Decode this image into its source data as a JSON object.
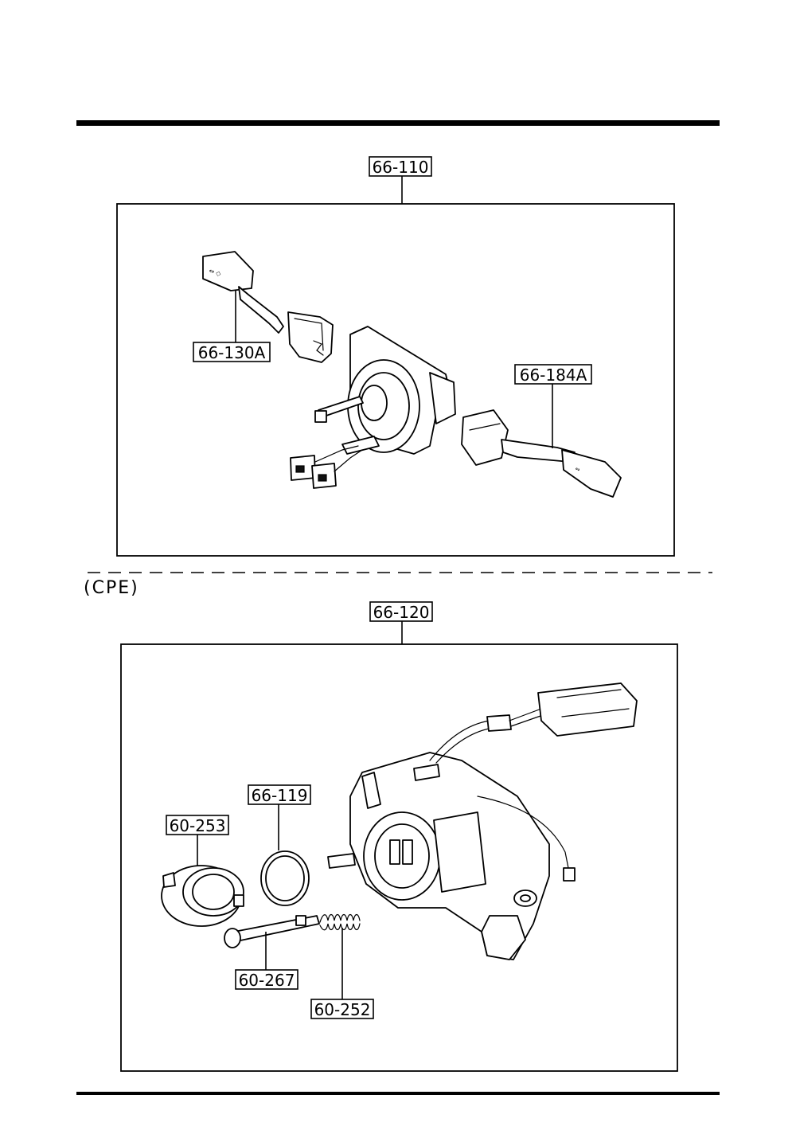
{
  "upper_assembly": {
    "assembly_part": "66-110",
    "lever_left_part": "66-130A",
    "lever_right_part": "66-184A"
  },
  "lower_assembly": {
    "variant_label": "(CPE)",
    "assembly_part": "66-120",
    "parts": {
      "ring": "66-119",
      "cover": "60-253",
      "pin": "60-267",
      "spring": "60-252"
    }
  }
}
